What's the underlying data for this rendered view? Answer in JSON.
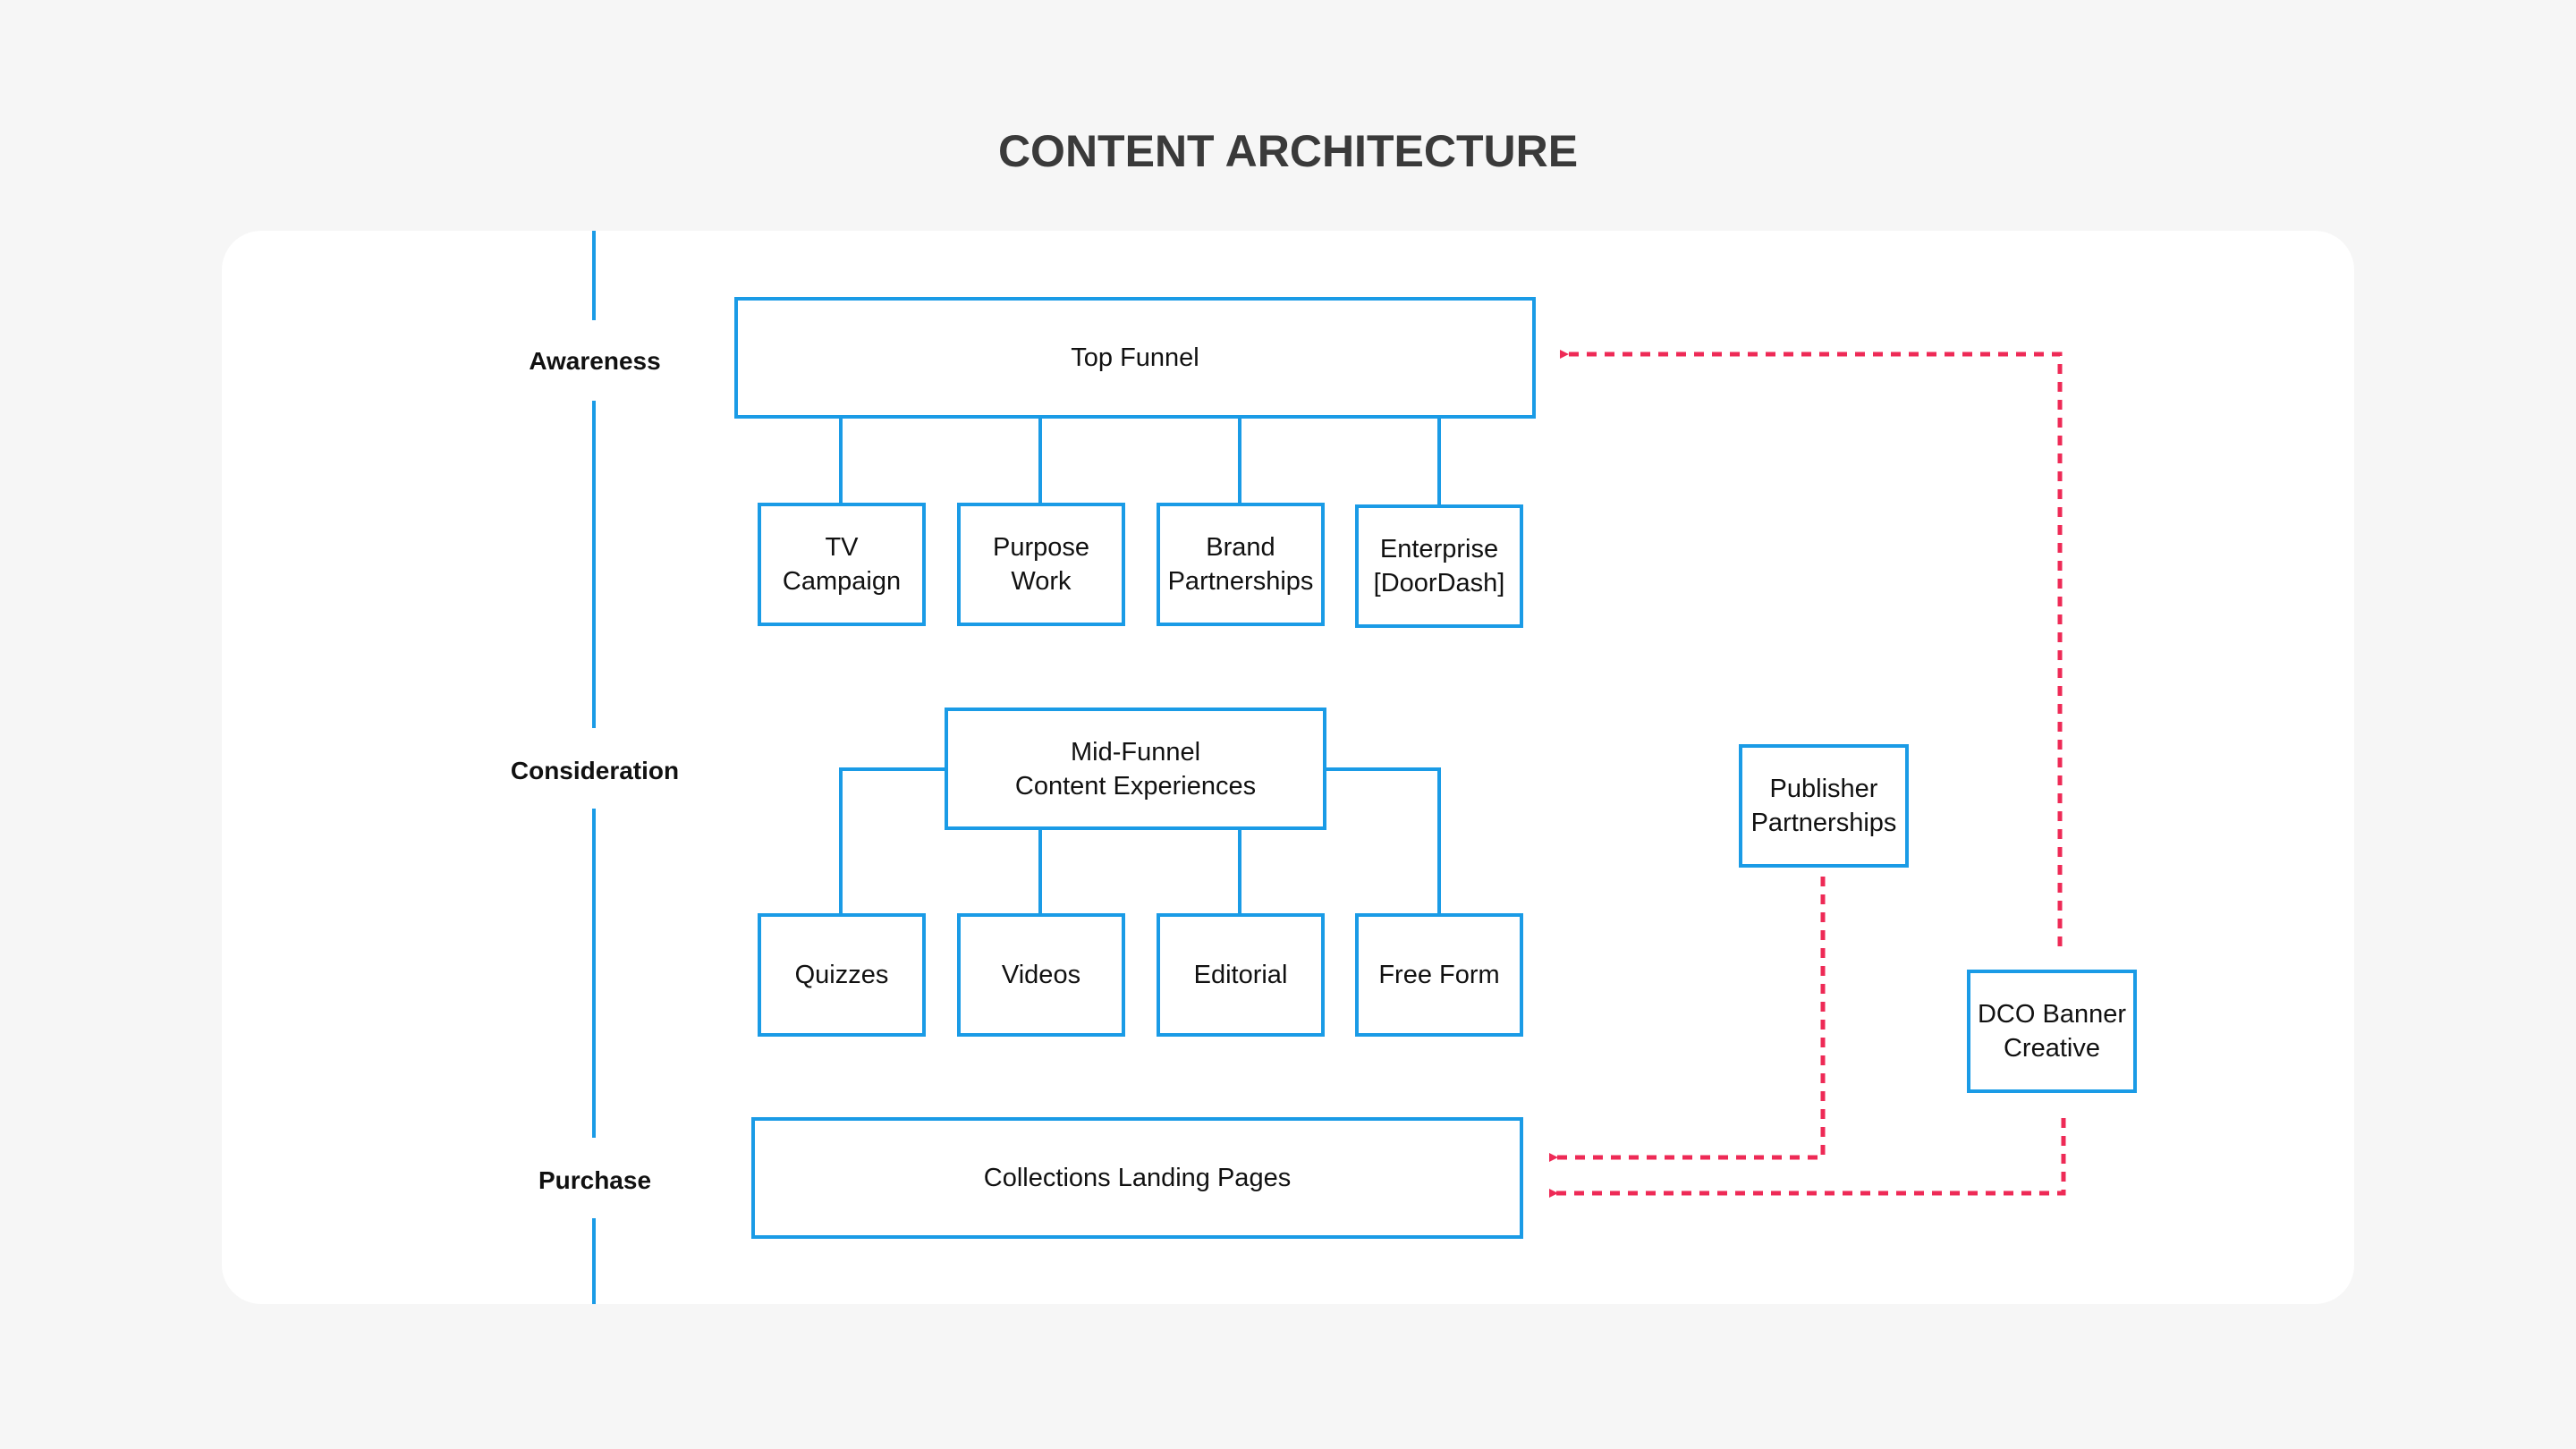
{
  "title": "CONTENT ARCHITECTURE",
  "colors": {
    "box_border": "#1a9be6",
    "dashed_arrow": "#ee2a56",
    "background": "#f6f6f6",
    "panel": "#ffffff"
  },
  "stages": {
    "awareness": "Awareness",
    "consideration": "Consideration",
    "purchase": "Purchase"
  },
  "nodes": {
    "top_funnel": "Top Funnel",
    "tv_campaign": "TV\nCampaign",
    "purpose_work": "Purpose\nWork",
    "brand_partnerships": "Brand\nPartnerships",
    "enterprise": "Enterprise\n[DoorDash]",
    "mid_funnel": "Mid-Funnel\nContent Experiences",
    "quizzes": "Quizzes",
    "videos": "Videos",
    "editorial": "Editorial",
    "free_form": "Free Form",
    "collections": "Collections Landing Pages",
    "publisher_partnerships": "Publisher\nPartnerships",
    "dco_banner": "DCO Banner\nCreative"
  },
  "edges": [
    {
      "from": "top_funnel",
      "to": "tv_campaign",
      "style": "solid"
    },
    {
      "from": "top_funnel",
      "to": "purpose_work",
      "style": "solid"
    },
    {
      "from": "top_funnel",
      "to": "brand_partnerships",
      "style": "solid"
    },
    {
      "from": "top_funnel",
      "to": "enterprise",
      "style": "solid"
    },
    {
      "from": "mid_funnel",
      "to": "quizzes",
      "style": "solid"
    },
    {
      "from": "mid_funnel",
      "to": "videos",
      "style": "solid"
    },
    {
      "from": "mid_funnel",
      "to": "editorial",
      "style": "solid"
    },
    {
      "from": "mid_funnel",
      "to": "free_form",
      "style": "solid"
    },
    {
      "from": "dco_banner",
      "to": "top_funnel",
      "style": "dashed-arrow"
    },
    {
      "from": "publisher_partnerships",
      "to": "collections",
      "style": "dashed-arrow"
    },
    {
      "from": "dco_banner",
      "to": "collections",
      "style": "dashed-arrow"
    }
  ]
}
